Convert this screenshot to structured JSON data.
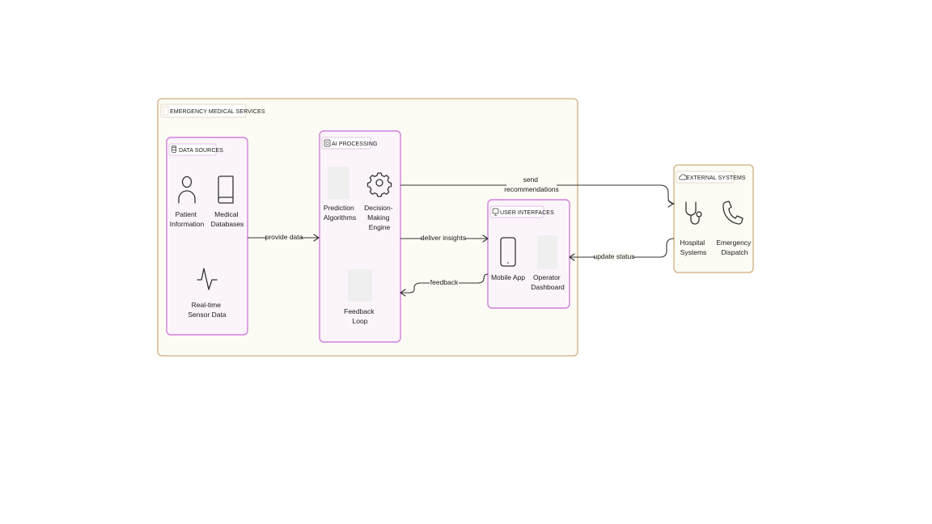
{
  "groups": {
    "ems": "EMERGENCY MEDICAL SERVICES",
    "data_sources": "DATA SOURCES",
    "ai_processing": "AI PROCESSING",
    "user_interfaces": "USER INTERFACES",
    "external_systems": "EXTERNAL SYSTEMS"
  },
  "nodes": {
    "patient_info": [
      "Patient",
      "Information"
    ],
    "medical_db": [
      "Medical",
      "Databases"
    ],
    "sensor_data": [
      "Real-time",
      "Sensor Data"
    ],
    "prediction": [
      "Prediction",
      "Algorithms"
    ],
    "decision": [
      "Decision-",
      "Making",
      "Engine"
    ],
    "feedback_loop": [
      "Feedback",
      "Loop"
    ],
    "mobile_app": [
      "Mobile App"
    ],
    "operator_dashboard": [
      "Operator",
      "Dashboard"
    ],
    "hospital": [
      "Hospital",
      "Systems"
    ],
    "dispatch": [
      "Emergency",
      "Dispatch"
    ]
  },
  "edges": {
    "provide_data": "provide data",
    "send_recommendations": [
      "send",
      "recommendations"
    ],
    "deliver_insights": "deliver insights",
    "update_status": "update status",
    "feedback": "feedback"
  },
  "icons": {
    "ems": "hospital-icon",
    "data_sources": "database-icon",
    "ai_processing": "cpu-icon",
    "user_interfaces": "monitor-icon",
    "external_systems": "cloud-icon",
    "patient_info": "user-icon",
    "medical_db": "book-icon",
    "sensor_data": "activity-icon",
    "decision": "gear-icon",
    "mobile_app": "smartphone-icon",
    "hospital": "stethoscope-icon",
    "dispatch": "phone-icon"
  }
}
